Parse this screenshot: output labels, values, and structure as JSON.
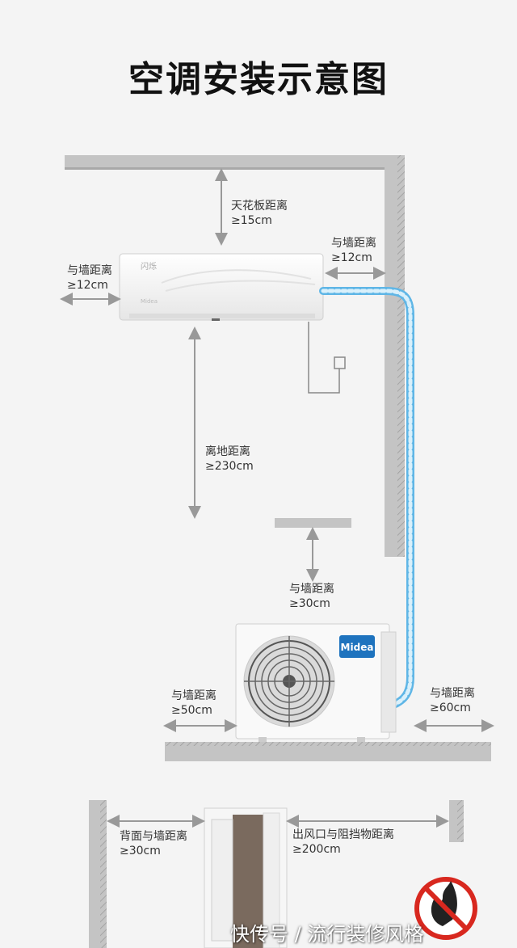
{
  "title": "空调安装示意图",
  "indoor_unit": {
    "brand_mark": "闪烁",
    "logo": "Midea"
  },
  "outdoor_unit": {
    "logo": "Midea"
  },
  "labels": {
    "ceiling": {
      "name": "天花板距离",
      "value": "≥15cm"
    },
    "wall_right_indoor": {
      "name": "与墙距离",
      "value": "≥12cm"
    },
    "wall_left_indoor": {
      "name": "与墙距离",
      "value": "≥12cm"
    },
    "floor": {
      "name": "离地距离",
      "value": "≥230cm"
    },
    "top_outdoor": {
      "name": "与墙距离",
      "value": "≥30cm"
    },
    "left_outdoor": {
      "name": "与墙距离",
      "value": "≥50cm"
    },
    "right_outdoor": {
      "name": "与墙距离",
      "value": "≥60cm"
    },
    "back_wall": {
      "name": "背面与墙距离",
      "value": "≥30cm"
    },
    "outlet": {
      "name": "出风口与阻挡物距离",
      "value": "≥200cm"
    }
  },
  "watermark": "快传号 / 流行装修风格",
  "colors": {
    "wall": "#bdbdbd",
    "pipe": "#6ec3ef",
    "arrow": "#999999",
    "unit": "#ffffff",
    "midea_blue": "#1e73be",
    "no_fire_red": "#d8281f"
  }
}
